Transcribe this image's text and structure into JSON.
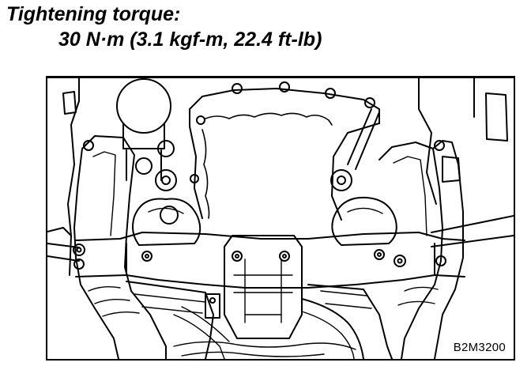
{
  "heading": {
    "label": "Tightening torque:",
    "value": "30 N·m (3.1 kgf-m, 22.4 ft-lb)"
  },
  "figure": {
    "reference_code": "B2M3200"
  }
}
